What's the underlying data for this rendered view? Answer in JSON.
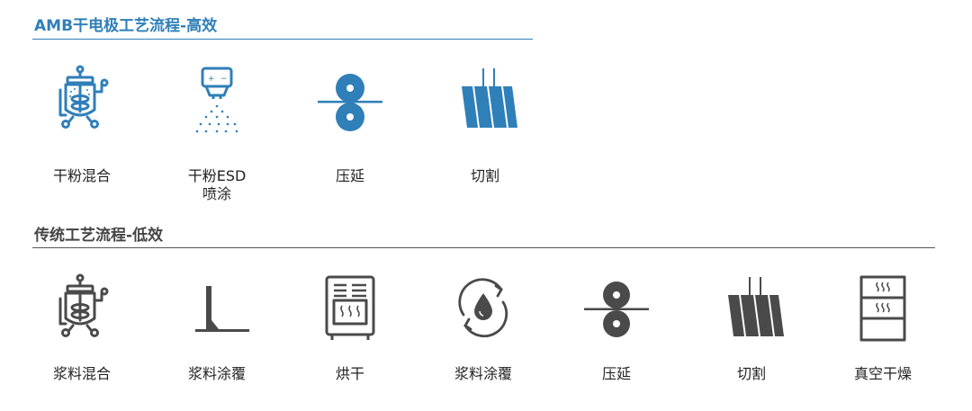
{
  "colors": {
    "accent": "#2f7fb8",
    "gray_icon": "#4a4a4a",
    "text": "#222222"
  },
  "efficient": {
    "title": "AMB干电极工艺流程-高效",
    "steps": [
      {
        "label": "干粉混合",
        "icon": "mixer-tank-icon"
      },
      {
        "label": "干粉ESD\n喷涂",
        "icon": "esd-spray-icon"
      },
      {
        "label": "压延",
        "icon": "calender-roller-icon"
      },
      {
        "label": "切割",
        "icon": "cutting-icon"
      }
    ]
  },
  "traditional": {
    "title": "传统工艺流程-低效",
    "steps": [
      {
        "label": "浆料混合",
        "icon": "mixer-tank-icon"
      },
      {
        "label": "浆料涂覆",
        "icon": "coating-blade-icon"
      },
      {
        "label": "烘干",
        "icon": "drying-oven-icon"
      },
      {
        "label": "浆料涂覆",
        "icon": "solvent-recycle-icon"
      },
      {
        "label": "压延",
        "icon": "calender-roller-icon"
      },
      {
        "label": "切割",
        "icon": "cutting-icon"
      },
      {
        "label": "真空干燥",
        "icon": "vacuum-dryer-icon"
      }
    ]
  }
}
